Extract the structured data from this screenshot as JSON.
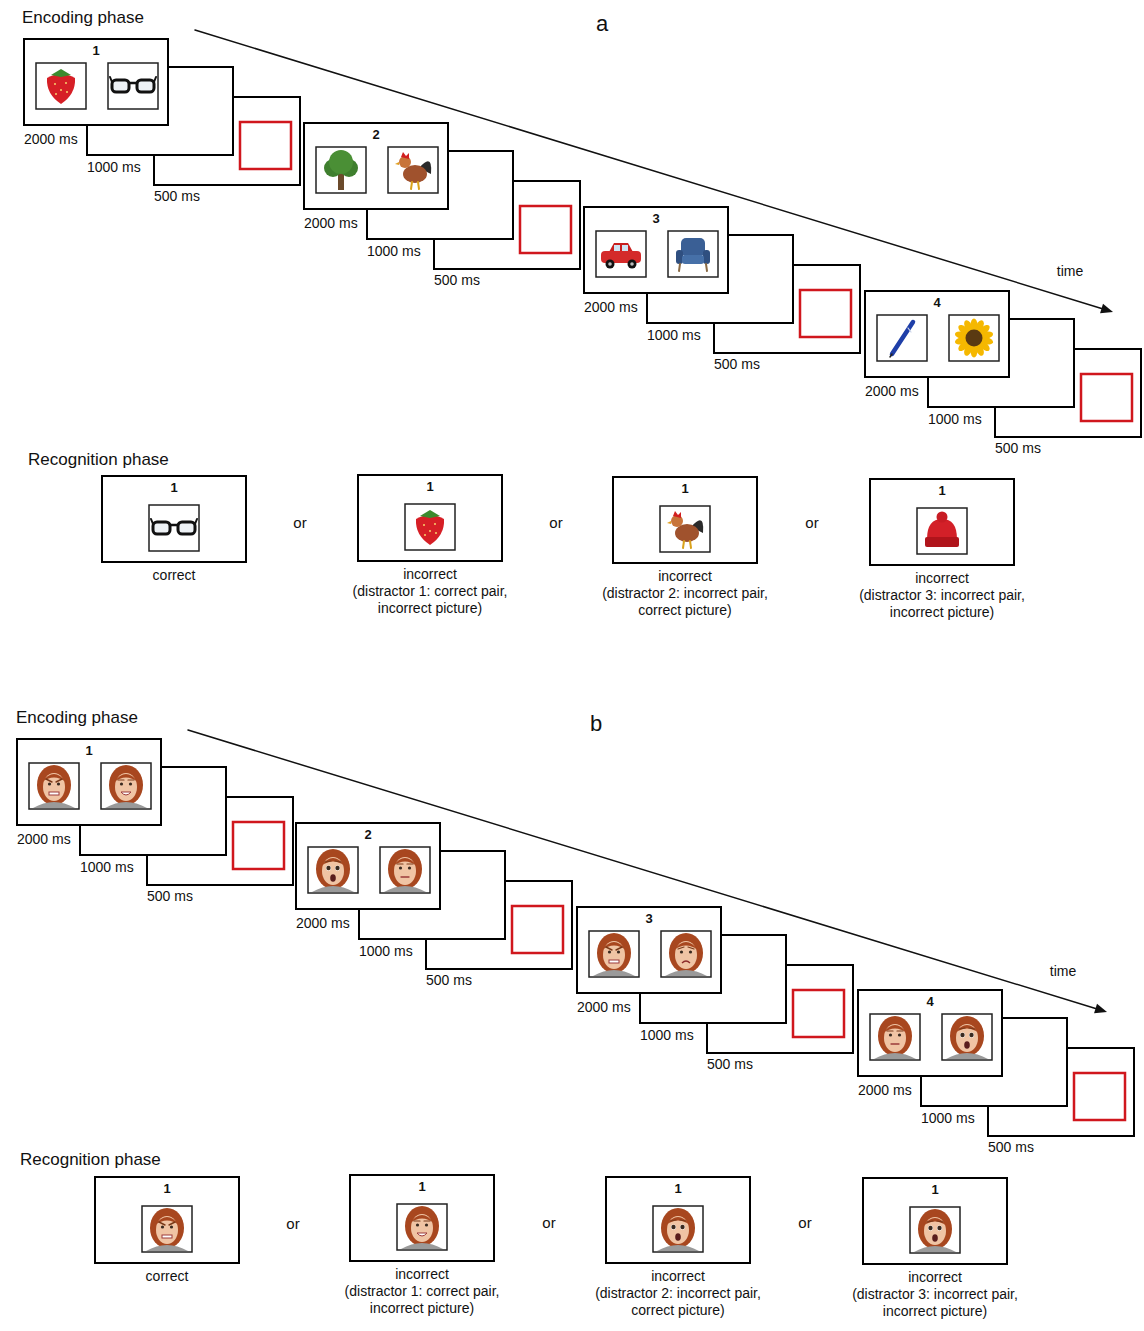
{
  "diagram": {
    "nodes": [
      {
        "text": [
          "1"
        ]
      },
      {
        "text": [
          "2"
        ]
      },
      {
        "text": [
          "3"
        ]
      },
      {
        "text": [
          "4"
        ]
      },
      {
        "text": [
          "1",
          "correct"
        ]
      },
      {
        "text": [
          "1",
          "incorrect",
          "(distractor 1: correct pair, incorrect picture)"
        ]
      },
      {
        "text": [
          "1",
          "incorrect",
          "(distractor 2: incorrect pair, correct picture)"
        ]
      },
      {
        "text": [
          "1",
          "incorrect",
          "(distractor 3: incorrect pair, incorrect picture)"
        ]
      },
      {
        "text": [
          "1"
        ]
      },
      {
        "text": [
          "2"
        ]
      },
      {
        "text": [
          "3"
        ]
      },
      {
        "text": [
          "4"
        ]
      },
      {
        "text": [
          "1",
          "correct"
        ]
      },
      {
        "text": [
          "1",
          "incorrect",
          "(distractor 1: correct pair, incorrect picture)"
        ]
      },
      {
        "text": [
          "1",
          "incorrect",
          "(distractor 2: incorrect pair, correct picture)"
        ]
      },
      {
        "text": [
          "1",
          "incorrect",
          "(distractor 3: incorrect pair, incorrect picture)"
        ]
      }
    ],
    "labels": [
      "Encoding phase",
      "a",
      "2000 ms",
      "1000 ms",
      "500 ms",
      "2000 ms",
      "1000 ms",
      "500 ms",
      "2000 ms",
      "1000 ms",
      "500 ms",
      "2000 ms",
      "1000 ms",
      "500 ms",
      "time",
      "Recognition phase",
      "or",
      "or",
      "or",
      "Encoding phase",
      "b",
      "2000 ms",
      "1000 ms",
      "500 ms",
      "2000 ms",
      "1000 ms",
      "500 ms",
      "2000 ms",
      "1000 ms",
      "500 ms",
      "2000 ms",
      "1000 ms",
      "500 ms",
      "time",
      "Recognition phase",
      "or",
      "or",
      "or"
    ]
  }
}
